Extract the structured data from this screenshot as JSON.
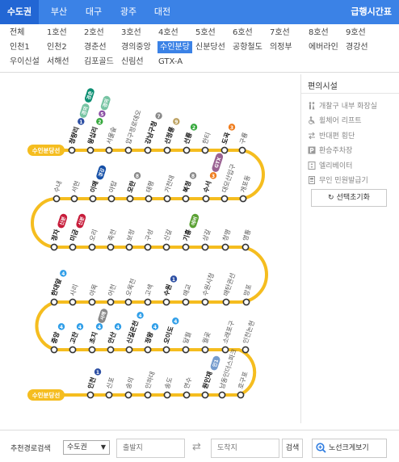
{
  "region_tabs": [
    "수도권",
    "부산",
    "대구",
    "광주",
    "대전"
  ],
  "schedule_link": "급행시간표",
  "lines": [
    "전체",
    "1호선",
    "2호선",
    "3호선",
    "4호선",
    "5호선",
    "6호선",
    "7호선",
    "8호선",
    "9호선",
    "인천1",
    "인천2",
    "경춘선",
    "경의중앙",
    "수인분당",
    "신분당선",
    "공항철도",
    "의정부",
    "에버라인",
    "경강선",
    "우이신설",
    "서해선",
    "김포골드",
    "신림선",
    "GTX-A"
  ],
  "selected_line": "수인분당",
  "route_terminal_label": "수인분당선",
  "line_color": "#f5bd1f",
  "badge_colors": {
    "1": "#2c4ea3",
    "2": "#36a93d",
    "3": "#ef7c1c",
    "4": "#2f9ee8",
    "5": "#8b50a4",
    "9": "#bda262",
    "수인분당": "#f5bd1f",
    "신분당": "#c71c3a",
    "경의중앙": "#77c4a3",
    "경춘": "#0c8e72",
    "경강": "#1650a7",
    "에버라인": "#5ba134",
    "GTX-A": "#9a6292",
    "인천1": "#759cce"
  },
  "rows": [
    {
      "stations": [
        {
          "name": "청량리",
          "badges": [
            "1",
            "경의중앙",
            "경춘"
          ]
        },
        {
          "name": "왕십리",
          "badges": [
            "2",
            "5",
            "경의중앙"
          ]
        },
        {
          "name": "서울숲",
          "badges": []
        },
        {
          "name": "압구정로데오",
          "badges": []
        },
        {
          "name": "강남구청",
          "badges": [
            "7"
          ]
        },
        {
          "name": "선정릉",
          "badges": [
            "9"
          ]
        },
        {
          "name": "선릉",
          "badges": [
            "2"
          ]
        },
        {
          "name": "한티",
          "badges": []
        },
        {
          "name": "도곡",
          "badges": [
            "3"
          ]
        },
        {
          "name": "구룡",
          "badges": []
        }
      ]
    },
    {
      "stations": [
        {
          "name": "개포동",
          "badges": []
        },
        {
          "name": "대모산입구",
          "badges": []
        },
        {
          "name": "수서",
          "badges": [
            "3",
            "GTX-A"
          ]
        },
        {
          "name": "복정",
          "badges": [
            "8"
          ]
        },
        {
          "name": "가천대",
          "badges": []
        },
        {
          "name": "태평",
          "badges": []
        },
        {
          "name": "모란",
          "badges": [
            "8"
          ]
        },
        {
          "name": "야탑",
          "badges": []
        },
        {
          "name": "이매",
          "badges": [
            "경강"
          ]
        },
        {
          "name": "서현",
          "badges": []
        },
        {
          "name": "수내",
          "badges": []
        }
      ]
    },
    {
      "stations": [
        {
          "name": "정자",
          "badges": [
            "신분당"
          ]
        },
        {
          "name": "미금",
          "badges": [
            "신분당"
          ]
        },
        {
          "name": "오리",
          "badges": []
        },
        {
          "name": "죽전",
          "badges": []
        },
        {
          "name": "보정",
          "badges": []
        },
        {
          "name": "구성",
          "badges": []
        },
        {
          "name": "신갈",
          "badges": []
        },
        {
          "name": "기흥",
          "badges": [
            "에버라인"
          ]
        },
        {
          "name": "상갈",
          "badges": []
        },
        {
          "name": "청명",
          "badges": []
        },
        {
          "name": "영통",
          "badges": []
        }
      ]
    },
    {
      "stations": [
        {
          "name": "망포",
          "badges": []
        },
        {
          "name": "매탄권선",
          "badges": []
        },
        {
          "name": "수원시청",
          "badges": []
        },
        {
          "name": "매교",
          "badges": []
        },
        {
          "name": "수원",
          "badges": [
            "1"
          ]
        },
        {
          "name": "고색",
          "badges": []
        },
        {
          "name": "오목천",
          "badges": []
        },
        {
          "name": "어천",
          "badges": []
        },
        {
          "name": "야목",
          "badges": []
        },
        {
          "name": "사리",
          "badges": []
        },
        {
          "name": "한대앞",
          "badges": [
            "4"
          ]
        }
      ]
    },
    {
      "stations": [
        {
          "name": "중앙",
          "badges": [
            "4"
          ]
        },
        {
          "name": "고잔",
          "badges": [
            "4"
          ]
        },
        {
          "name": "초지",
          "badges": [
            "4",
            "서해"
          ]
        },
        {
          "name": "안산",
          "badges": [
            "4"
          ]
        },
        {
          "name": "신길온천",
          "badges": [
            "4"
          ]
        },
        {
          "name": "정왕",
          "badges": [
            "4"
          ]
        },
        {
          "name": "오이도",
          "badges": [
            "4"
          ]
        },
        {
          "name": "달월",
          "badges": []
        },
        {
          "name": "월곶",
          "badges": []
        },
        {
          "name": "소래포구",
          "badges": []
        },
        {
          "name": "인천논현",
          "badges": []
        }
      ]
    },
    {
      "stations": [
        {
          "name": "호구포",
          "badges": []
        },
        {
          "name": "남동인더스파크",
          "badges": []
        },
        {
          "name": "원인재",
          "badges": [
            "인천1"
          ]
        },
        {
          "name": "연수",
          "badges": []
        },
        {
          "name": "송도",
          "badges": []
        },
        {
          "name": "인하대",
          "badges": []
        },
        {
          "name": "숭의",
          "badges": []
        },
        {
          "name": "신포",
          "badges": []
        },
        {
          "name": "인천",
          "badges": [
            "1"
          ]
        }
      ]
    }
  ],
  "facilities_title": "편의시설",
  "facilities": [
    {
      "icon": "restroom-icon",
      "label": "개찰구 내부 화장실"
    },
    {
      "icon": "wheelchair-lift-icon",
      "label": "휠체어 리프트"
    },
    {
      "icon": "transfer-crossing-icon",
      "label": "반대편 횡단"
    },
    {
      "icon": "transfer-parking-icon",
      "label": "환승주차장"
    },
    {
      "icon": "elevator-icon",
      "label": "엘리베이터"
    },
    {
      "icon": "ticket-machine-icon",
      "label": "무인 민원발급기"
    }
  ],
  "reset_label": "선택초기화",
  "bottom": {
    "route_search_label": "추천경로검색",
    "region_value": "수도권",
    "departure_placeholder": "출발지",
    "arrival_placeholder": "도착지",
    "search_label": "검색",
    "map_button_label": "노선크게보기"
  }
}
